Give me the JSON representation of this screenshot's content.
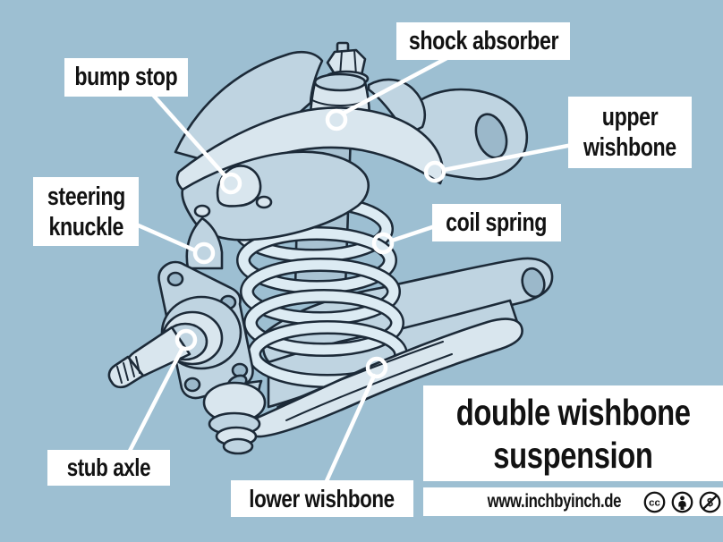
{
  "colors": {
    "background": "#9dbfd2",
    "label_background": "#ffffff",
    "label_text": "#121212",
    "outline": "#1c2a38",
    "part_fill": "#bfd4e1",
    "part_light": "#d9e6ee",
    "part_dark": "#9bb8ca",
    "leader_line": "#ffffff"
  },
  "labels": {
    "bump_stop": "bump stop",
    "shock_absorber": "shock absorber",
    "upper_wishbone": [
      "upper",
      "wishbone"
    ],
    "steering_knuckle": [
      "steering",
      "knuckle"
    ],
    "coil_spring": "coil spring",
    "stub_axle": "stub axle",
    "lower_wishbone": "lower wishbone"
  },
  "title": {
    "line1": "double wishbone",
    "line2": "suspension"
  },
  "footer": {
    "website": "www.inchbyinch.de",
    "license_icons": [
      "cc",
      "attribution",
      "non-commercial"
    ],
    "cc_text": "cc"
  }
}
